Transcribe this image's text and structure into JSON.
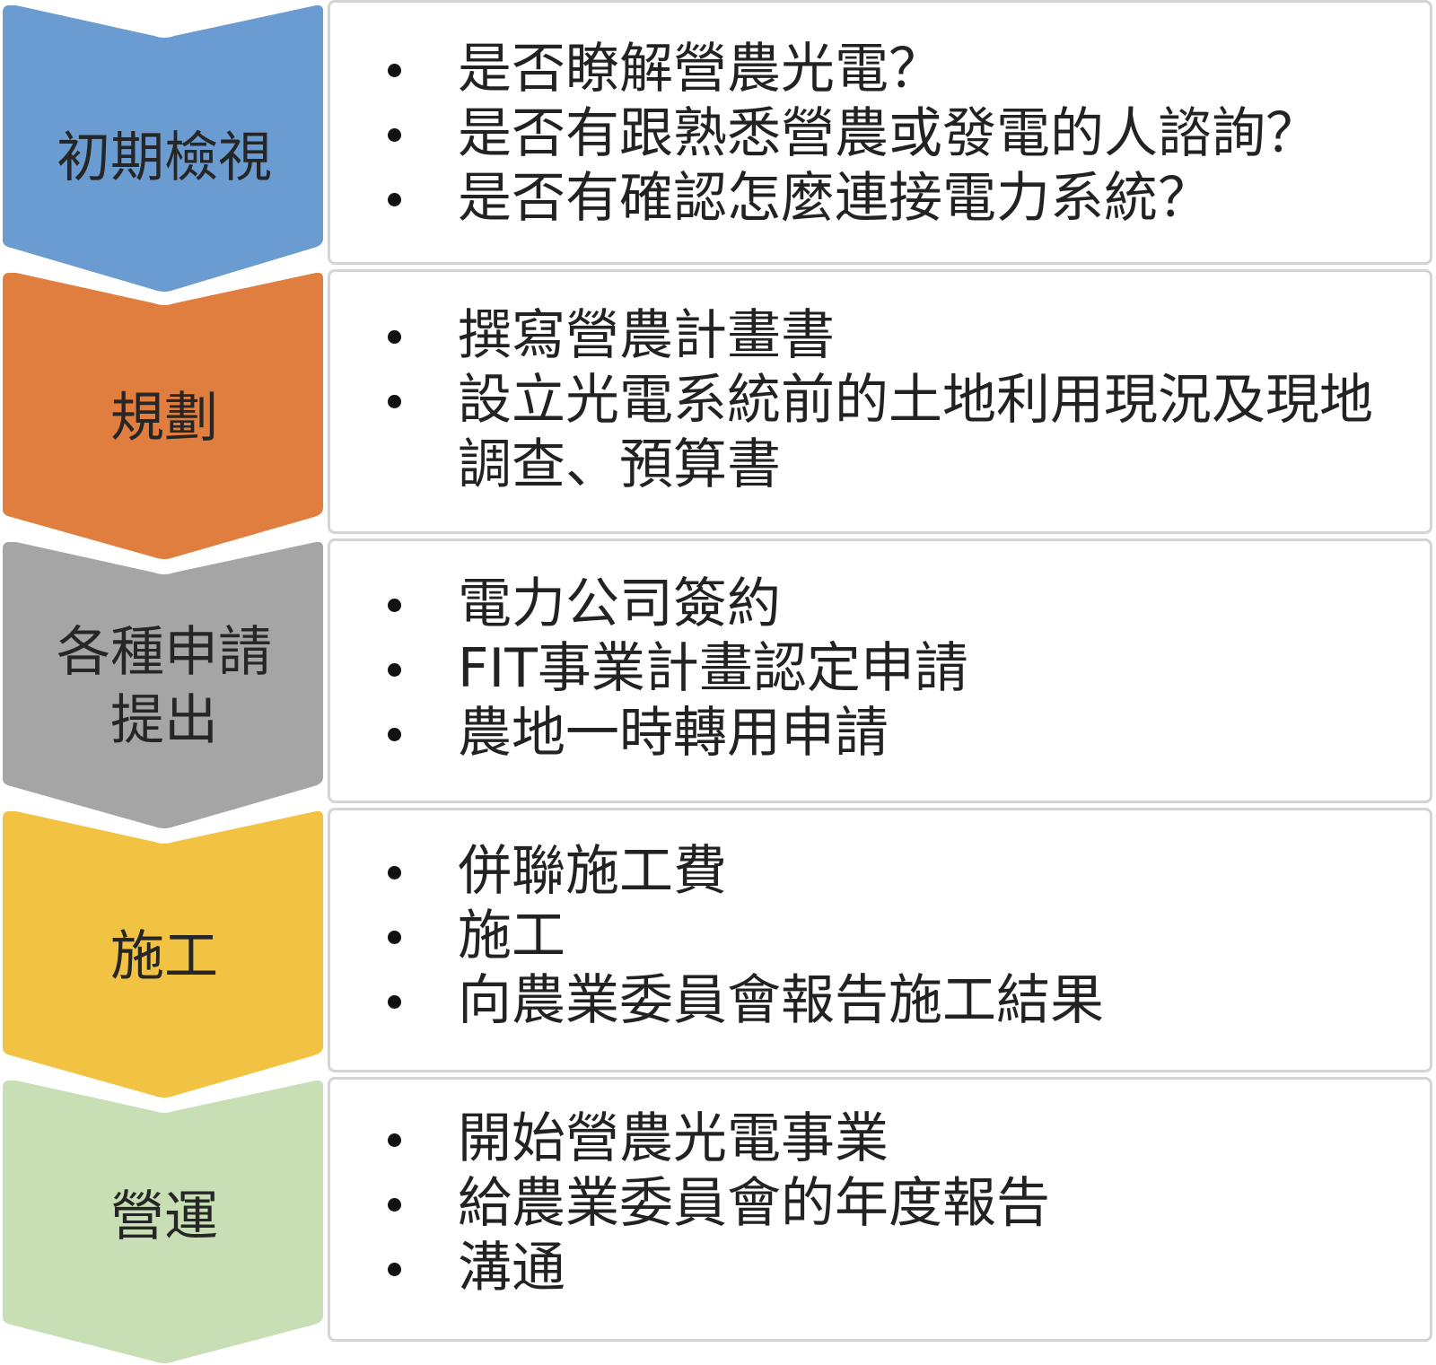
{
  "stages": [
    {
      "label": [
        "初期檢視"
      ],
      "color": "#6a9bd1",
      "items": [
        "是否瞭解營農光電？",
        "是否有跟熟悉營農或發電的人諮詢？",
        "是否有確認怎麼連接電力系統？"
      ]
    },
    {
      "label": [
        "規劃"
      ],
      "color": "#e07e3f",
      "items": [
        "撰寫營農計畫書",
        "設立光電系統前的土地利用現況及現地調查、預算書"
      ]
    },
    {
      "label": [
        "各種申請",
        "提出"
      ],
      "color": "#a5a5a5",
      "items": [
        "電力公司簽約",
        "FIT事業計畫認定申請",
        "農地一時轉用申請"
      ]
    },
    {
      "label": [
        "施工"
      ],
      "color": "#f2c242",
      "items": [
        "併聯施工費",
        "施工",
        "向農業委員會報告施工結果"
      ]
    },
    {
      "label": [
        "營運"
      ],
      "color": "#c8deb5",
      "items": [
        "開始營農光電事業",
        "給農業委員會的年度報告",
        "溝通"
      ]
    }
  ]
}
